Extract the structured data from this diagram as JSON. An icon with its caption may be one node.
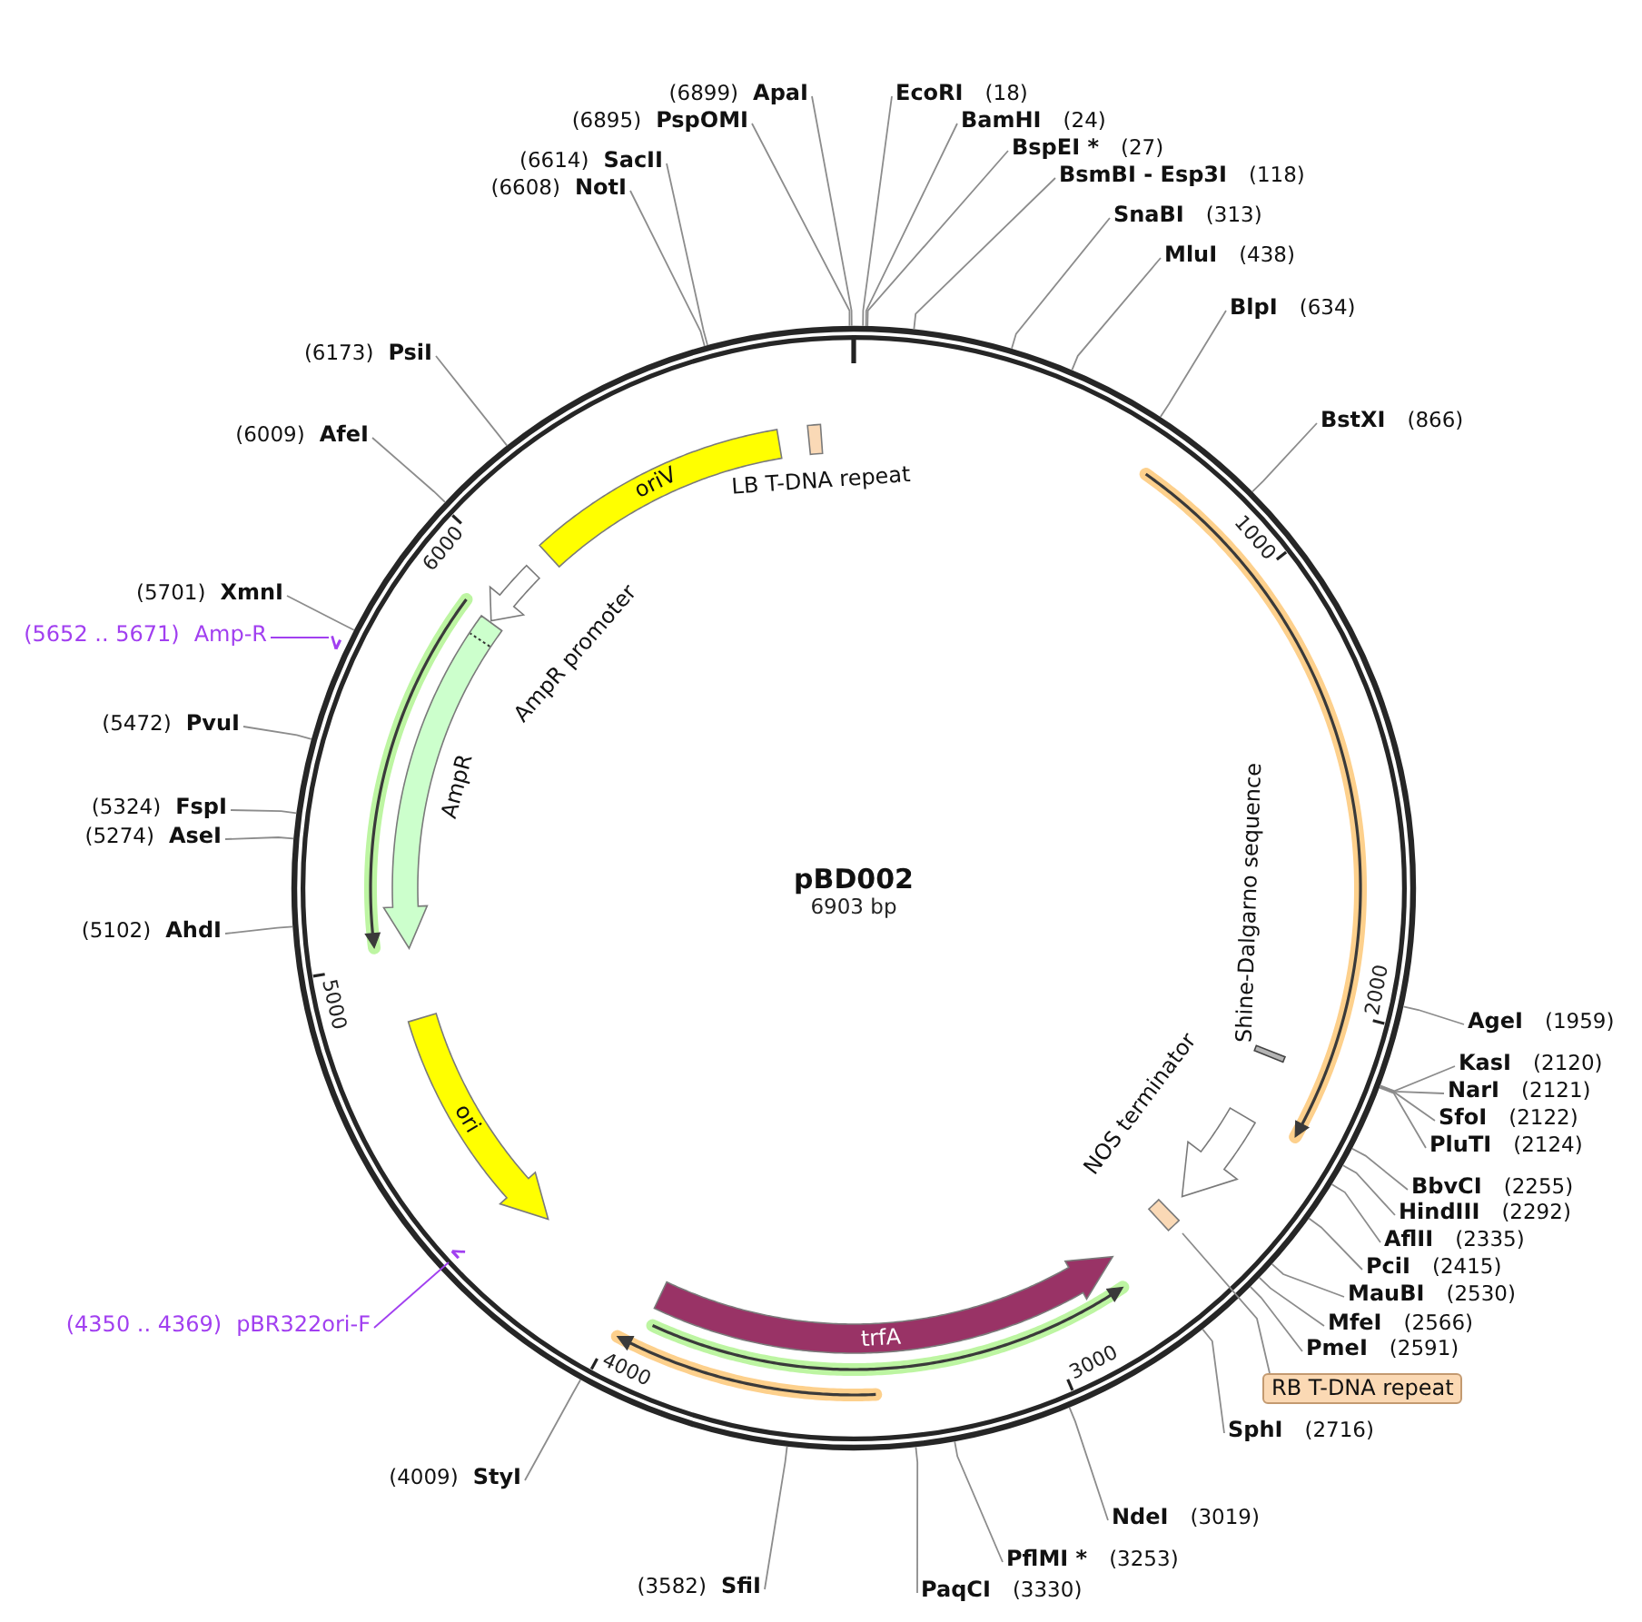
{
  "diagram": {
    "nodes": [
      {
        "text": [
          "pBD002",
          "6903 bp"
        ]
      },
      {
        "text": [],
        "shape": "box",
        "beside": [
          "LB T-DNA repeat"
        ],
        "in": 0
      },
      {
        "text": [],
        "shape": "bar",
        "beside": [
          "Shine-Dalgarno sequence"
        ],
        "in": 0
      },
      {
        "text": [],
        "shape": "arrow",
        "beside": [
          "NOS terminator"
        ],
        "in": 0
      },
      {
        "text": [],
        "shape": "box",
        "in": 0
      },
      {
        "text": [
          "trfA"
        ],
        "in": 0
      },
      {
        "text": [
          "ori"
        ],
        "in": 0
      },
      {
        "text": [],
        "shape": "arrow",
        "beside": [
          "AmpR"
        ],
        "in": 0
      },
      {
        "text": [],
        "shape": "arrow",
        "beside": [
          "AmpR promoter"
        ],
        "in": 0
      },
      {
        "text": [
          "oriV"
        ],
        "in": 0
      },
      {
        "text": [
          "RB T-DNA repeat"
        ]
      },
      {
        "text": [
          "EcoRI",
          "(18)"
        ]
      },
      {
        "text": [
          "BamHI",
          "(24)"
        ]
      },
      {
        "text": [
          "BspEI *",
          "(27)"
        ]
      },
      {
        "text": [
          "BsmBI - Esp3I",
          "(118)"
        ]
      },
      {
        "text": [
          "SnaBI",
          "(313)"
        ]
      },
      {
        "text": [
          "MluI",
          "(438)"
        ]
      },
      {
        "text": [
          "BlpI",
          "(634)"
        ]
      },
      {
        "text": [
          "BstXI",
          "(866)"
        ]
      },
      {
        "text": [
          "AgeI",
          "(1959)"
        ]
      },
      {
        "text": [
          "KasI",
          "(2120)"
        ]
      },
      {
        "text": [
          "NarI",
          "(2121)"
        ]
      },
      {
        "text": [
          "SfoI",
          "(2122)"
        ]
      },
      {
        "text": [
          "PluTI",
          "(2124)"
        ]
      },
      {
        "text": [
          "BbvCI",
          "(2255)"
        ]
      },
      {
        "text": [
          "HindIII",
          "(2292)"
        ]
      },
      {
        "text": [
          "AflII",
          "(2335)"
        ]
      },
      {
        "text": [
          "PciI",
          "(2415)"
        ]
      },
      {
        "text": [
          "MauBI",
          "(2530)"
        ]
      },
      {
        "text": [
          "MfeI",
          "(2566)"
        ]
      },
      {
        "text": [
          "PmeI",
          "(2591)"
        ]
      },
      {
        "text": [
          "SphI",
          "(2716)"
        ]
      },
      {
        "text": [
          "NdeI",
          "(3019)"
        ]
      },
      {
        "text": [
          "PflMI *",
          "(3253)"
        ]
      },
      {
        "text": [
          "PaqCI",
          "(3330)"
        ]
      },
      {
        "text": [
          "(3582)",
          "SfiI"
        ]
      },
      {
        "text": [
          "(4009)",
          "StyI"
        ]
      },
      {
        "text": [
          "(4350 .. 4369)",
          "pBR322ori-F"
        ]
      },
      {
        "text": [],
        "shape": "arrow",
        "in": 0
      },
      {
        "text": [
          "(5102)",
          "AhdI"
        ]
      },
      {
        "text": [
          "(5274)",
          "AseI"
        ]
      },
      {
        "text": [
          "(5324)",
          "FspI"
        ]
      },
      {
        "text": [
          "(5472)",
          "PvuI"
        ]
      },
      {
        "text": [
          "(5652 .. 5671)",
          "Amp-R"
        ]
      },
      {
        "text": [],
        "shape": "arrow",
        "in": 0
      },
      {
        "text": [
          "(5701)",
          "XmnI"
        ]
      },
      {
        "text": [
          "(6009)",
          "AfeI"
        ]
      },
      {
        "text": [
          "(6173)",
          "PsiI"
        ]
      },
      {
        "text": [
          "(6608)",
          "NotI"
        ]
      },
      {
        "text": [
          "(6614)",
          "SacII"
        ]
      },
      {
        "text": [
          "(6895)",
          "PspOMI"
        ]
      },
      {
        "text": [
          "(6899)",
          "ApaI"
        ]
      }
    ],
    "edges": [
      {
        "from": 10,
        "to": 4,
        "arrow": "none"
      },
      {
        "from": 11,
        "to": 0,
        "arrow": "none"
      },
      {
        "from": 12,
        "to": 0,
        "arrow": "none"
      },
      {
        "from": 13,
        "to": 0,
        "arrow": "none"
      },
      {
        "from": 14,
        "to": 0,
        "arrow": "none"
      },
      {
        "from": 15,
        "to": 0,
        "arrow": "none"
      },
      {
        "from": 16,
        "to": 0,
        "arrow": "none"
      },
      {
        "from": 17,
        "to": 0,
        "arrow": "none"
      },
      {
        "from": 18,
        "to": 0,
        "arrow": "none"
      },
      {
        "from": 19,
        "to": 0,
        "arrow": "none"
      },
      {
        "from": 20,
        "to": 0,
        "arrow": "none"
      },
      {
        "from": 21,
        "to": 0,
        "arrow": "none"
      },
      {
        "from": 22,
        "to": 0,
        "arrow": "none"
      },
      {
        "from": 23,
        "to": 0,
        "arrow": "none"
      },
      {
        "from": 24,
        "to": 0,
        "arrow": "none"
      },
      {
        "from": 25,
        "to": 0,
        "arrow": "none"
      },
      {
        "from": 26,
        "to": 0,
        "arrow": "none"
      },
      {
        "from": 27,
        "to": 0,
        "arrow": "none"
      },
      {
        "from": 28,
        "to": 0,
        "arrow": "none"
      },
      {
        "from": 29,
        "to": 0,
        "arrow": "none"
      },
      {
        "from": 30,
        "to": 0,
        "arrow": "none"
      },
      {
        "from": 31,
        "to": 0,
        "arrow": "none"
      },
      {
        "from": 32,
        "to": 0,
        "arrow": "none"
      },
      {
        "from": 33,
        "to": 0,
        "arrow": "none"
      },
      {
        "from": 34,
        "to": 0,
        "arrow": "none"
      },
      {
        "from": 35,
        "to": 0,
        "arrow": "none"
      },
      {
        "from": 36,
        "to": 0,
        "arrow": "none"
      },
      {
        "from": 37,
        "to": 38,
        "arrow": "none",
        "color": "#a13ff0"
      },
      {
        "from": 39,
        "to": 0,
        "arrow": "none"
      },
      {
        "from": 40,
        "to": 0,
        "arrow": "none"
      },
      {
        "from": 41,
        "to": 0,
        "arrow": "none"
      },
      {
        "from": 42,
        "to": 0,
        "arrow": "none"
      },
      {
        "from": 43,
        "to": 44,
        "arrow": "none",
        "color": "#a13ff0"
      },
      {
        "from": 45,
        "to": 0,
        "arrow": "none"
      },
      {
        "from": 46,
        "to": 0,
        "arrow": "none"
      },
      {
        "from": 47,
        "to": 0,
        "arrow": "none"
      },
      {
        "from": 48,
        "to": 0,
        "arrow": "none"
      },
      {
        "from": 49,
        "to": 0,
        "arrow": "none"
      },
      {
        "from": 50,
        "to": 0,
        "arrow": "none"
      },
      {
        "from": 51,
        "to": 0,
        "arrow": "none"
      }
    ],
    "labels": [
      "1000",
      "2000",
      "3000",
      "4000",
      "5000",
      "6000"
    ]
  }
}
